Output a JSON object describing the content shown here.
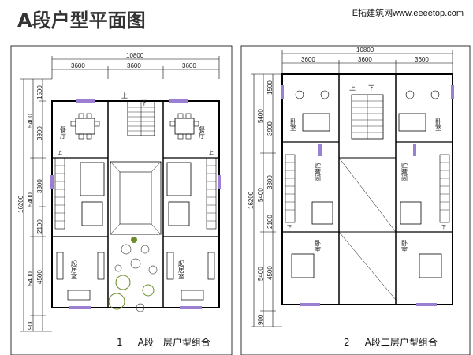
{
  "title": "A段户型平面图",
  "watermark": "E拓建筑网www.eeeetop.com",
  "plan1": {
    "caption_num": "1",
    "caption_text": "A段一层户型组合",
    "top_total": "10800",
    "top_dims": [
      "3600",
      "3600",
      "3600"
    ],
    "left_total": "16200",
    "left_outer": [
      "5400",
      "5400",
      "5400",
      "900"
    ],
    "left_inner": [
      "1500",
      "3900",
      "3300",
      "2100",
      "4500"
    ],
    "rooms": {
      "dining_l": "餐厅",
      "dining_r": "餐厅",
      "living_l": "起居室",
      "living_r": "起居室",
      "up": "上",
      "down": "下",
      "side_up_l": "上",
      "side_up_r": "上"
    }
  },
  "plan2": {
    "caption_num": "2",
    "caption_text": "A段二层户型组合",
    "top_total": "10800",
    "top_dims": [
      "3600",
      "3600",
      "3600"
    ],
    "left_total": "16200",
    "left_outer": [
      "5400",
      "5400",
      "5400",
      "900"
    ],
    "left_inner": [
      "1500",
      "3900",
      "3300",
      "2100",
      "4500"
    ],
    "rooms": {
      "bedroom_tl": "卧室",
      "bedroom_tr": "卧室",
      "storage_l": "贮藏间",
      "storage_r": "贮藏间",
      "bedroom_bl": "卧室",
      "bedroom_br": "卧室",
      "up": "上",
      "down": "下",
      "side_down_l": "下",
      "side_down_r": "下"
    }
  }
}
